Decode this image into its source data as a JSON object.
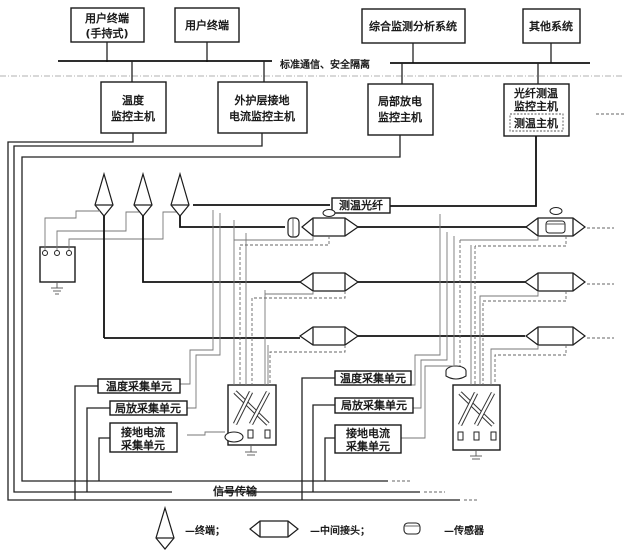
{
  "top_systems": [
    {
      "line1": "用户终端",
      "line2": "(手持式)"
    },
    {
      "line1": "用户终端"
    },
    {
      "line1": "综合监测分析系统"
    },
    {
      "line1": "其他系统"
    }
  ],
  "bus_label": "标准通信、安全隔离",
  "hosts": [
    {
      "line1": "温度",
      "line2": "监控主机"
    },
    {
      "line1": "外护层接地",
      "line2": "电流监控主机"
    },
    {
      "line1": "局部放电",
      "line2": "监控主机"
    },
    {
      "line1": "光纤测温",
      "line2": "监控主机",
      "inner": "测温主机"
    }
  ],
  "fiber_label": "测温光纤",
  "collect_units_left": {
    "temp": "温度采集单元",
    "pd": "局放采集单元",
    "ground_line1": "接地电流",
    "ground_line2": "采集单元"
  },
  "collect_units_right": {
    "temp": "温度采集单元",
    "pd": "局放采集单元",
    "ground_line1": "接地电流",
    "ground_line2": "采集单元"
  },
  "signal_label": "信号传输",
  "legend": {
    "terminal": "—终端；",
    "joint": "—中间接头；",
    "sensor": "—传感器"
  }
}
